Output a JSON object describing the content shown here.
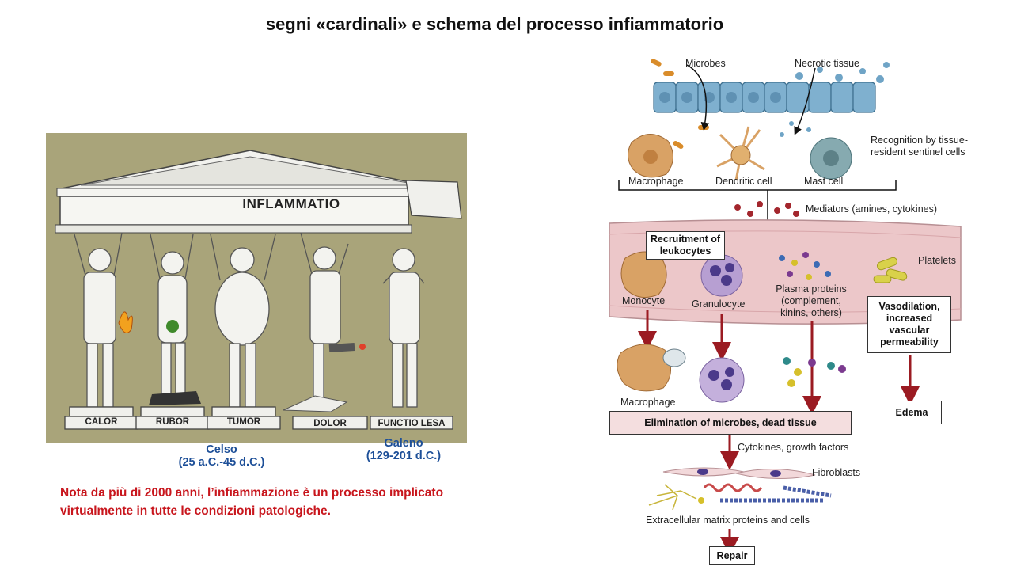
{
  "slide": {
    "title": "segni «cardinali» e schema del processo infiammatorio",
    "note": "Nota da più di 2000 anni, l’infiammazione è un processo implicato virtualmente in tutte le condizioni patologiche."
  },
  "temple": {
    "banner": "INFLAMMATIO",
    "pillars": [
      "CALOR",
      "RUBOR",
      "TUMOR",
      "DOLOR",
      "FUNCTIO LESA"
    ],
    "authors": [
      {
        "name": "Celso",
        "dates": "(25 a.C.-45 d.C.)"
      },
      {
        "name": "Galeno",
        "dates": "(129-201 d.C.)"
      }
    ]
  },
  "schema": {
    "microbes": "Microbes",
    "necrotic": "Necrotic tissue",
    "recognition": "Recognition by tissue-resident sentinel cells",
    "cells": [
      "Macrophage",
      "Dendritic cell",
      "Mast cell"
    ],
    "mediators": "Mediators (amines, cytokines)",
    "recruitment": "Recruitment of leukocytes",
    "platelets": "Platelets",
    "monocyte": "Monocyte",
    "granulocyte": "Granulocyte",
    "plasma": "Plasma proteins (complement, kinins, others)",
    "vasodilation": "Vasodilation, increased vascular permeability",
    "macrophage2": "Macrophage",
    "elimination": "Elimination of microbes, dead tissue",
    "edema": "Edema",
    "cytokines": "Cytokines, growth factors",
    "fibroblasts": "Fibroblasts",
    "ecm": "Extracellular matrix proteins and cells",
    "repair": "Repair"
  },
  "colors": {
    "title": "#111111",
    "note": "#c8161d",
    "author": "#1d4f98",
    "temple_bg": "#a9a47a",
    "arrow": "#9b1b22",
    "vessel": "#e9c3c6"
  }
}
